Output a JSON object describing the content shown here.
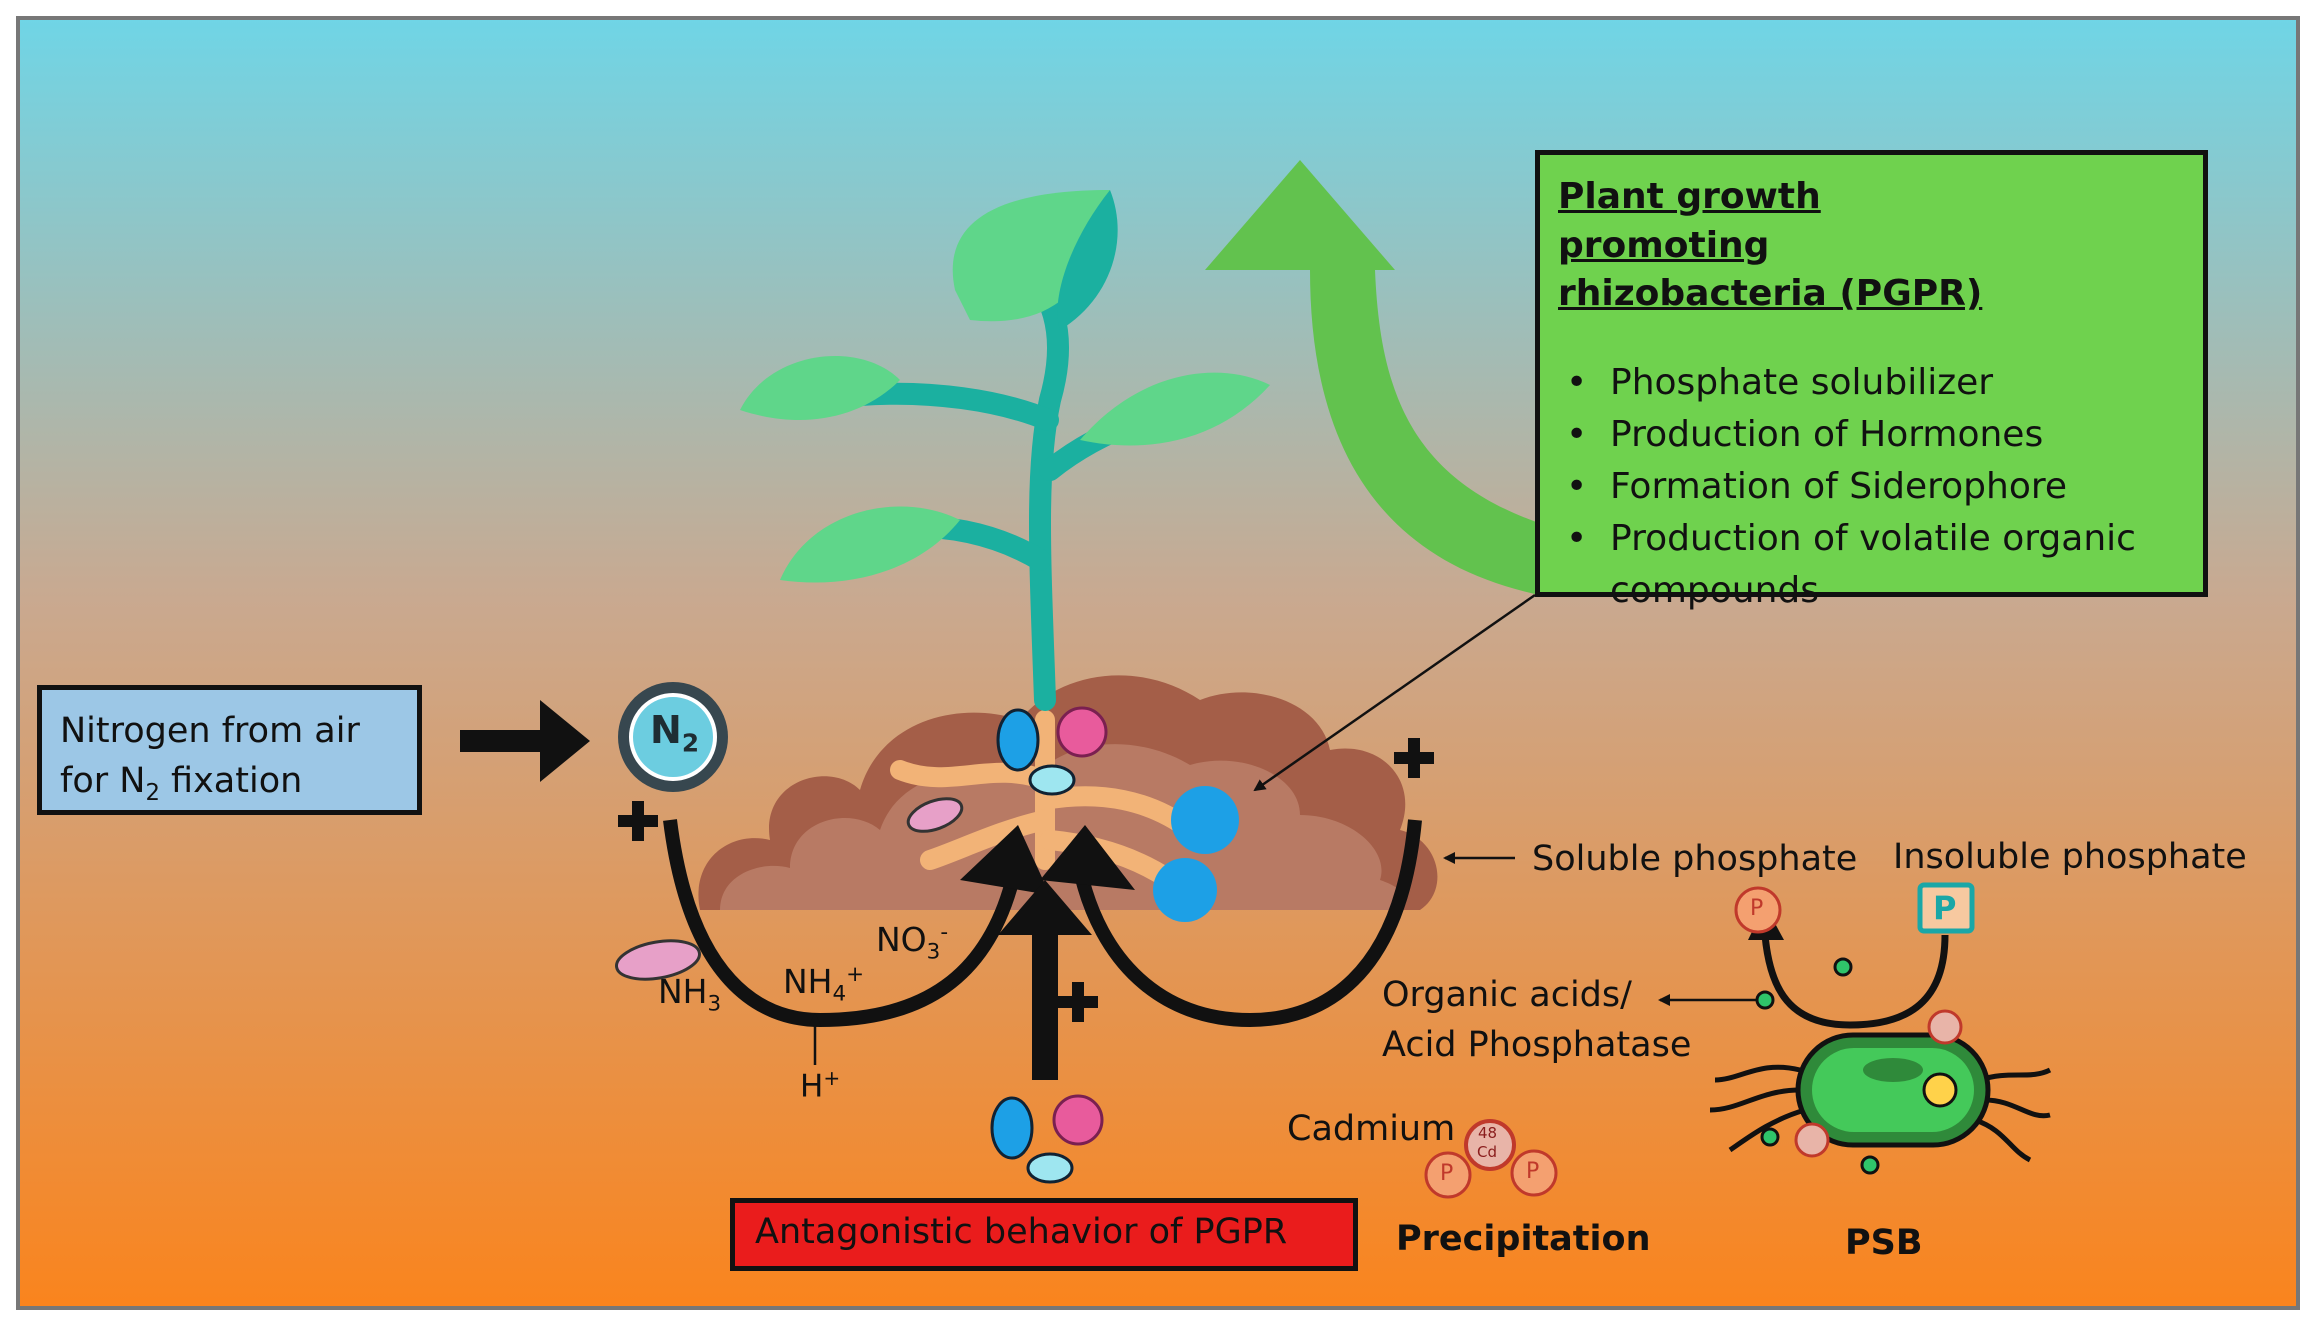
{
  "pgpr_box": {
    "title": "Plant growth promoting rhizobacteria (PGPR)",
    "items": [
      "Phosphate solubilizer",
      "Production of Hormones",
      "Formation of Siderophore",
      "Production of volatile organic compounds"
    ]
  },
  "nitrogen_box": {
    "line1": "Nitrogen from air",
    "line2_prefix": "for N",
    "line2_sub": "2",
    "line2_suffix": " fixation"
  },
  "n2_badge": {
    "symbol": "N",
    "sub": "2"
  },
  "antagonistic_label": "Antagonistic behavior of PGPR",
  "chemistry": {
    "nh3": "NH",
    "nh3_sub": "3",
    "nh4": "NH",
    "nh4_sub": "4",
    "nh4_sup": "+",
    "no3": "NO",
    "no3_sub": "3",
    "no3_sup": "-",
    "h": "H",
    "h_sup": "+"
  },
  "phosphate": {
    "soluble": "Soluble phosphate",
    "insoluble": "Insoluble phosphate",
    "organic_acids_1": "Organic acids/",
    "organic_acids_2": "Acid Phosphatase",
    "cadmium": "Cadmium",
    "precipitation": "Precipitation",
    "psb": "PSB",
    "p_symbol": "P",
    "cd_number": "48",
    "cd_symbol": "Cd"
  },
  "colors": {
    "sky_top": "#6fd5e6",
    "sky_mid": "#c9a990",
    "ground_bottom": "#fa841d",
    "soil_light": "#b57560",
    "soil_dark": "#8c5040",
    "leaf_light": "#5fd68a",
    "stem": "#1bb0a0",
    "pgpr_box": "#6fd24e",
    "big_arrow": "#62c24e",
    "nitrogen_box": "#9cc7e6",
    "antag_box": "#ea1c1c",
    "root": "#f2b377",
    "bacteria_blue": "#1da0e6",
    "bacteria_pink": "#e85b9c",
    "psb_green": "#44c95a"
  }
}
